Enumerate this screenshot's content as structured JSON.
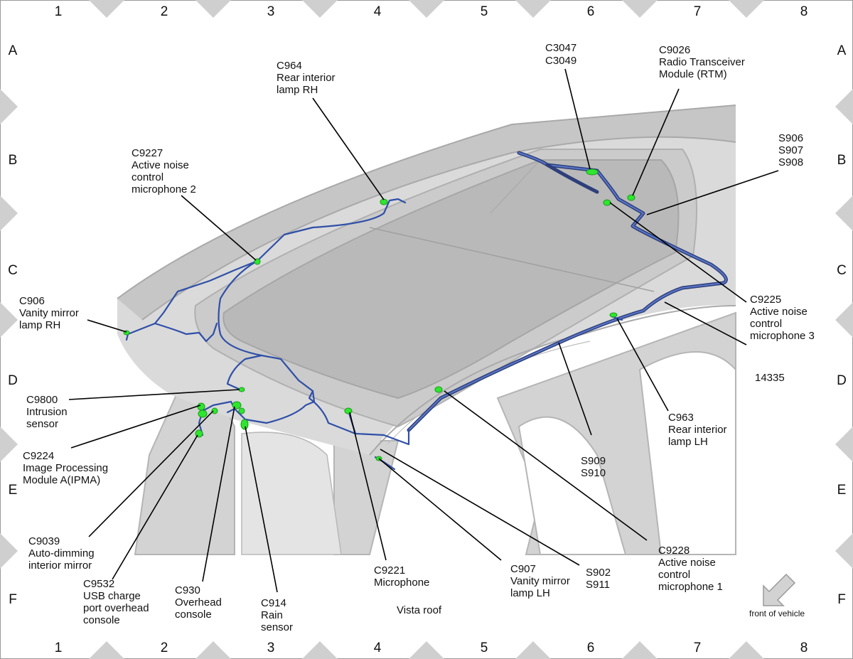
{
  "grid": {
    "columns": [
      "1",
      "2",
      "3",
      "4",
      "5",
      "6",
      "7",
      "8"
    ],
    "rows": [
      "A",
      "B",
      "C",
      "D",
      "E",
      "F"
    ]
  },
  "labels": {
    "c3047": [
      "C3047",
      "C3049"
    ],
    "c9026": [
      "C9026",
      "Radio Transceiver",
      "Module (RTM)"
    ],
    "c964": [
      "C964",
      "Rear interior",
      "lamp RH"
    ],
    "c9227": [
      "C9227",
      "Active noise",
      "control",
      "microphone 2"
    ],
    "s906": [
      "S906",
      "S907",
      "S908"
    ],
    "c906": [
      "C906",
      "Vanity mirror",
      "lamp RH"
    ],
    "c9225": [
      "C9225",
      "Active noise",
      "control",
      "microphone 3"
    ],
    "n14335": [
      "14335"
    ],
    "c9800": [
      "C9800",
      "Intrusion",
      "sensor"
    ],
    "c963": [
      "C963",
      "Rear interior",
      "lamp LH"
    ],
    "c9224": [
      "C9224",
      "Image Processing",
      "Module A(IPMA)"
    ],
    "s909": [
      "S909",
      "S910"
    ],
    "c9039": [
      "C9039",
      "Auto-dimming",
      "interior mirror"
    ],
    "c9228": [
      "C9228",
      "Active noise",
      "control",
      "microphone 1"
    ],
    "c9221": [
      "C9221",
      "Microphone"
    ],
    "c907": [
      "C907",
      "Vanity mirror",
      "lamp LH"
    ],
    "s902": [
      "S902",
      "S911"
    ],
    "c9532": [
      "C9532",
      "USB charge",
      "port overhead",
      "console"
    ],
    "c930": [
      "C930",
      "Overhead",
      "console"
    ],
    "c914": [
      "C914",
      "Rain",
      "sensor"
    ],
    "vista": [
      "Vista roof"
    ]
  },
  "front_arrow": {
    "label": "front of vehicle",
    "icon": "arrow-down-left-icon"
  }
}
